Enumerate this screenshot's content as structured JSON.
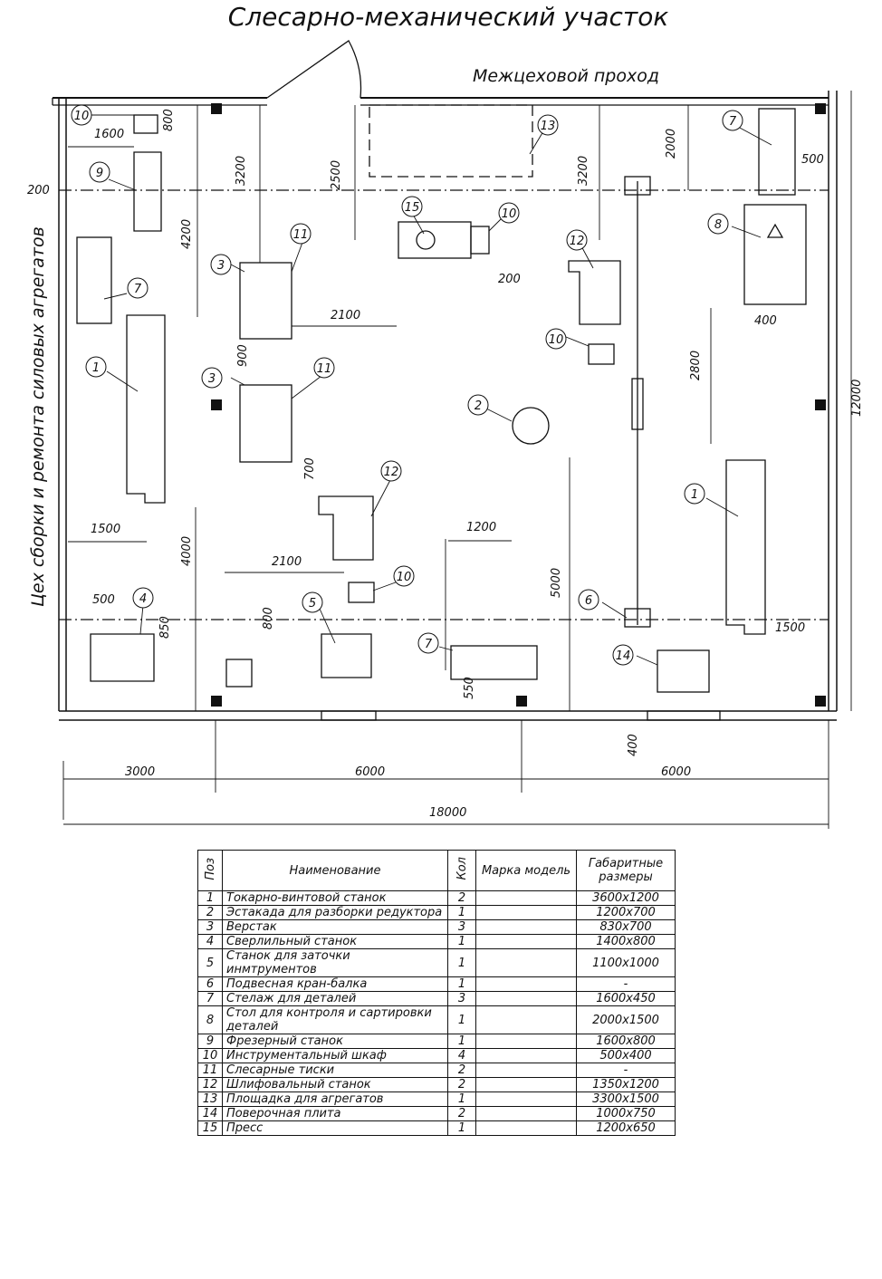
{
  "title": "Слесарно-механический участок",
  "corridor": "Межцеховой проход",
  "left_shop": "Цех сборки и ремонта силовых агрегатов",
  "dimensions": {
    "d200": "200",
    "d1600": "1600",
    "d800a": "800",
    "d3200a": "3200",
    "d2500": "2500",
    "d3200b": "3200",
    "d2000": "2000",
    "d500a": "500",
    "d4200": "4200",
    "d2100a": "2100",
    "d200b": "200",
    "d400": "400",
    "d900": "900",
    "d2800": "2800",
    "d12000": "12000",
    "d700": "700",
    "d1500a": "1500",
    "d1200": "1200",
    "d4000": "4000",
    "d2100b": "2100",
    "d5000": "5000",
    "d500b": "500",
    "d850": "850",
    "d800b": "800",
    "d550": "550",
    "d1500b": "1500",
    "d400b": "400",
    "d3000": "3000",
    "d6000a": "6000",
    "d6000b": "6000",
    "d18000": "18000"
  },
  "positions": [
    "1",
    "2",
    "3",
    "4",
    "5",
    "6",
    "7",
    "8",
    "9",
    "10",
    "11",
    "12",
    "13",
    "14",
    "15"
  ],
  "table": {
    "headers": [
      "Поз",
      "Наименование",
      "Кол",
      "Марка модель",
      "Габаритные размеры"
    ],
    "rows": [
      {
        "pos": "1",
        "name": "Токарно-винтовой станок",
        "qty": "2",
        "model": "",
        "size": "3600x1200"
      },
      {
        "pos": "2",
        "name": "Эстакада для разборки редуктора",
        "qty": "1",
        "model": "",
        "size": "1200x700"
      },
      {
        "pos": "3",
        "name": "Верстак",
        "qty": "3",
        "model": "",
        "size": "830x700"
      },
      {
        "pos": "4",
        "name": "Сверлильный станок",
        "qty": "1",
        "model": "",
        "size": "1400x800"
      },
      {
        "pos": "5",
        "name": "Станок для заточки инмтрументов",
        "qty": "1",
        "model": "",
        "size": "1100x1000"
      },
      {
        "pos": "6",
        "name": "Подвесная кран-балка",
        "qty": "1",
        "model": "",
        "size": "-"
      },
      {
        "pos": "7",
        "name": "Стелаж для деталей",
        "qty": "3",
        "model": "",
        "size": "1600x450"
      },
      {
        "pos": "8",
        "name": "Стол для контроля и сартировки деталей",
        "qty": "1",
        "model": "",
        "size": "2000x1500"
      },
      {
        "pos": "9",
        "name": "Фрезерный станок",
        "qty": "1",
        "model": "",
        "size": "1600x800"
      },
      {
        "pos": "10",
        "name": "Инструментальный шкаф",
        "qty": "4",
        "model": "",
        "size": "500x400"
      },
      {
        "pos": "11",
        "name": "Слесарные тиски",
        "qty": "2",
        "model": "",
        "size": "-"
      },
      {
        "pos": "12",
        "name": "Шлифовальный станок",
        "qty": "2",
        "model": "",
        "size": "1350x1200"
      },
      {
        "pos": "13",
        "name": "Площадка для агрегатов",
        "qty": "1",
        "model": "",
        "size": "3300x1500"
      },
      {
        "pos": "14",
        "name": "Поверочная плита",
        "qty": "2",
        "model": "",
        "size": "1000x750"
      },
      {
        "pos": "15",
        "name": "Пресс",
        "qty": "1",
        "model": "",
        "size": "1200x650"
      }
    ]
  }
}
